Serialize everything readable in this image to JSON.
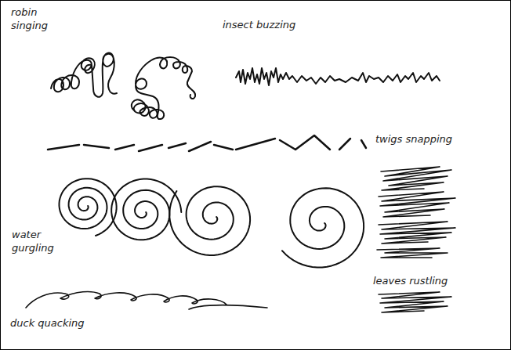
{
  "diagram": {
    "labels": [
      "robin singing",
      "insect buzzing",
      "twigs snapping",
      "water gurgling",
      "leaves rustling",
      "duck quacking"
    ]
  }
}
